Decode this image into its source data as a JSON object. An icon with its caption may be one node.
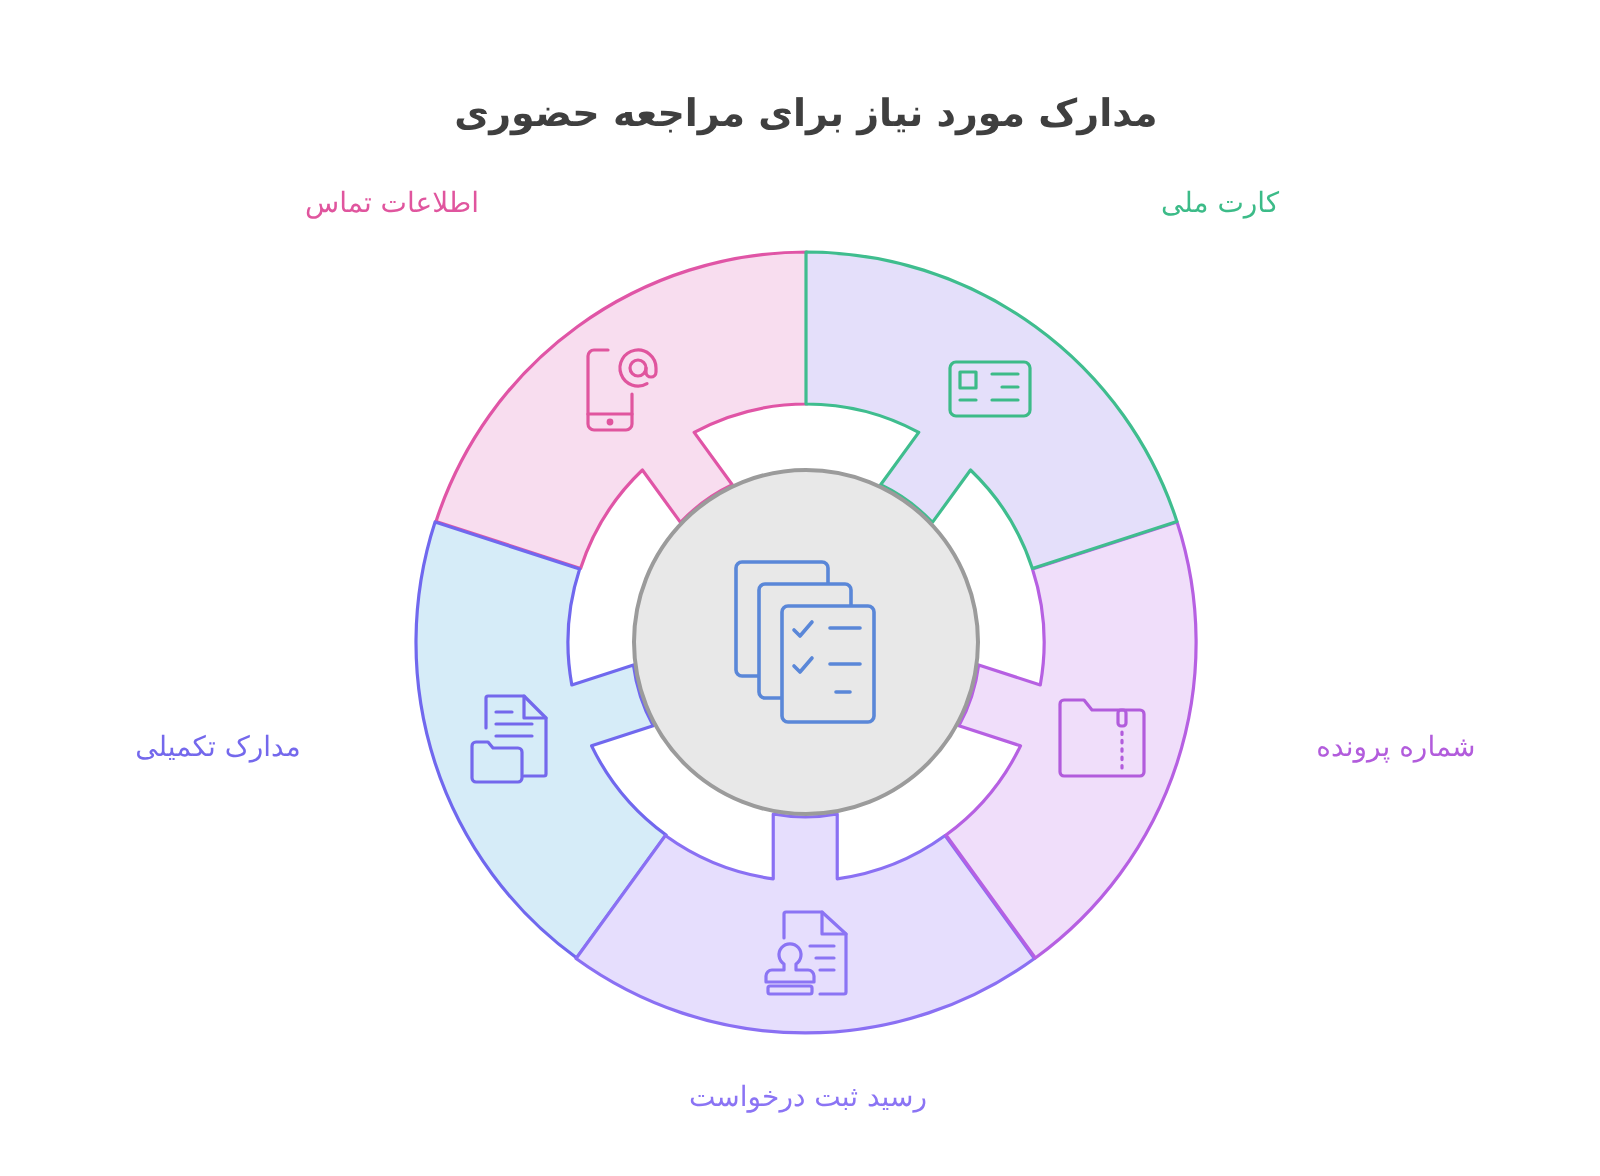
{
  "diagram": {
    "title": "مدارک مورد نیاز برای مراجعه حضوری",
    "nodes": [
      {
        "text": [],
        "shape": "circle"
      },
      {
        "text": [
          "کارت ملی"
        ]
      },
      {
        "text": [
          "شماره پرونده"
        ]
      },
      {
        "text": [
          "رسید ثبت درخواست"
        ]
      },
      {
        "text": [
          "مدارک تکمیلی"
        ]
      },
      {
        "text": [
          "اطلاعات تماس"
        ]
      }
    ]
  }
}
